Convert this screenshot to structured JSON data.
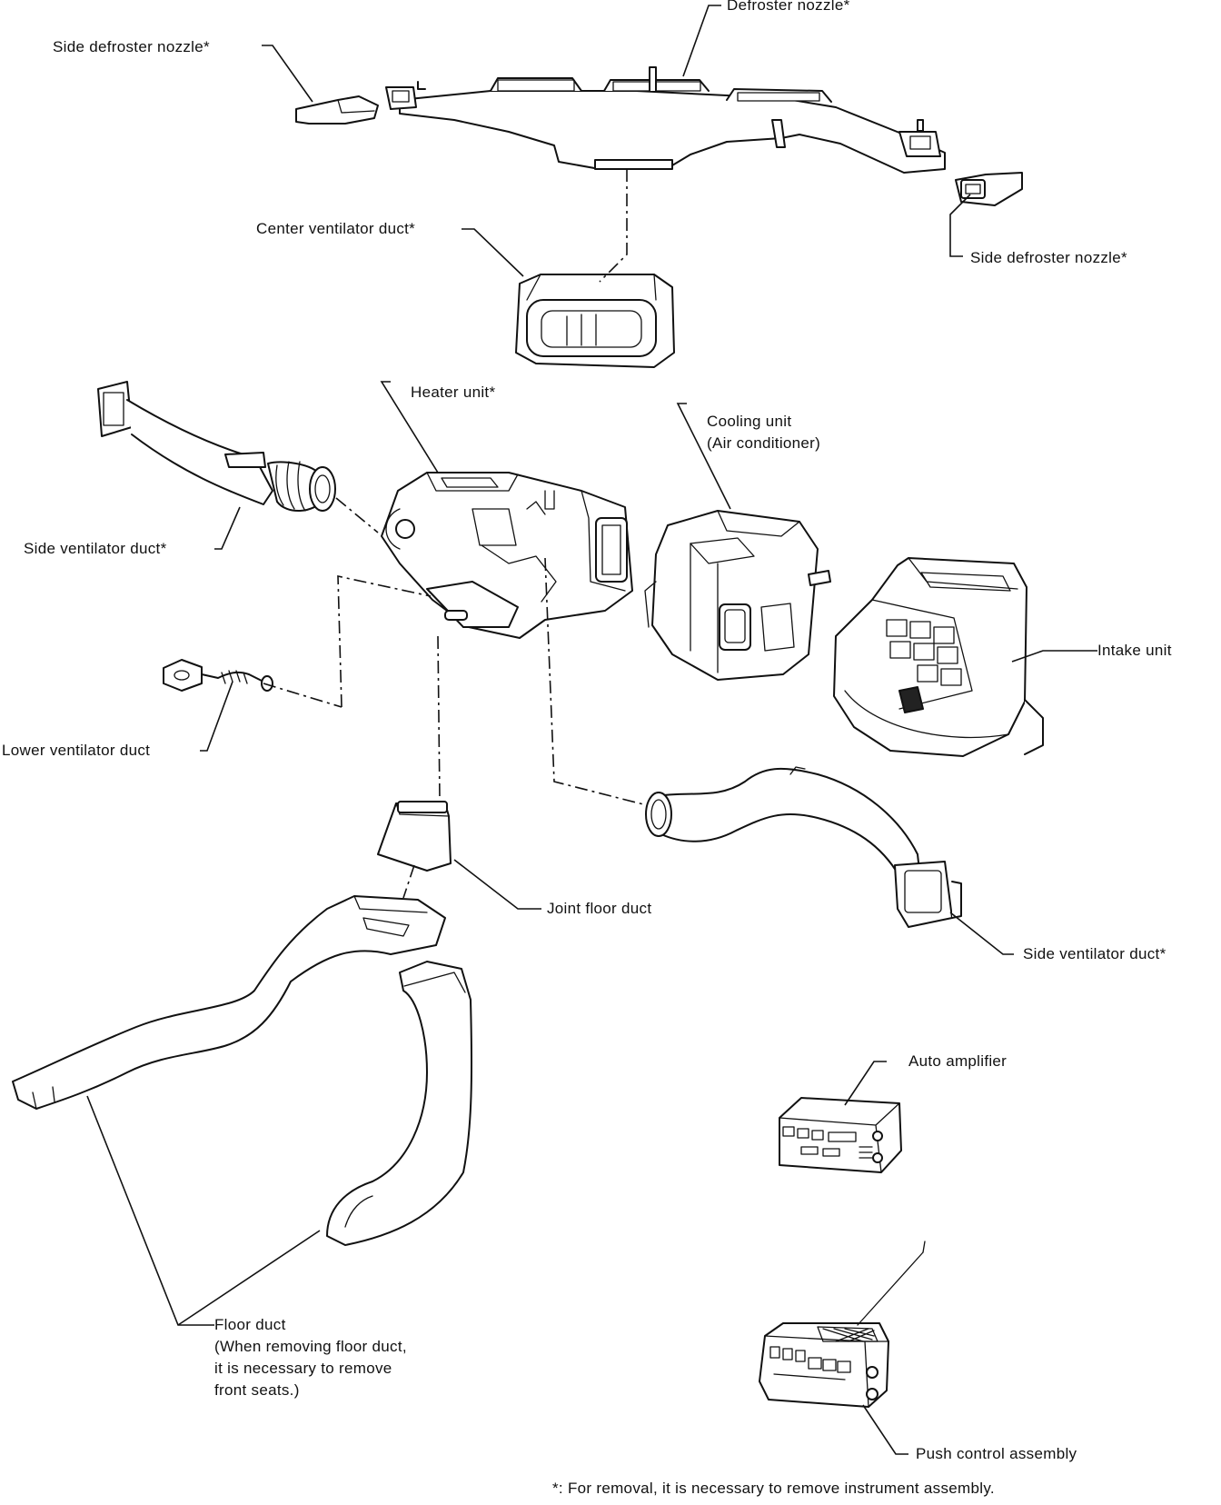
{
  "labels": {
    "defroster_nozzle": "Defroster nozzle*",
    "side_defroster_nozzle_left": "Side defroster nozzle*",
    "side_defroster_nozzle_right": "Side defroster nozzle*",
    "center_ventilator_duct": "Center ventilator duct*",
    "heater_unit": "Heater unit*",
    "cooling_unit_line1": "Cooling unit",
    "cooling_unit_line2": "(Air conditioner)",
    "side_ventilator_duct_left": "Side ventilator duct*",
    "intake_unit": "Intake unit",
    "lower_ventilator_duct": "Lower ventilator duct",
    "joint_floor_duct": "Joint floor duct",
    "side_ventilator_duct_right": "Side ventilator duct*",
    "auto_amplifier": "Auto amplifier",
    "floor_duct": "Floor duct\n(When removing floor duct,\nit is necessary to remove\nfront seats.)",
    "push_control_assembly": "Push control assembly",
    "footnote": "*: For removal, it is necessary to remove instrument assembly."
  }
}
